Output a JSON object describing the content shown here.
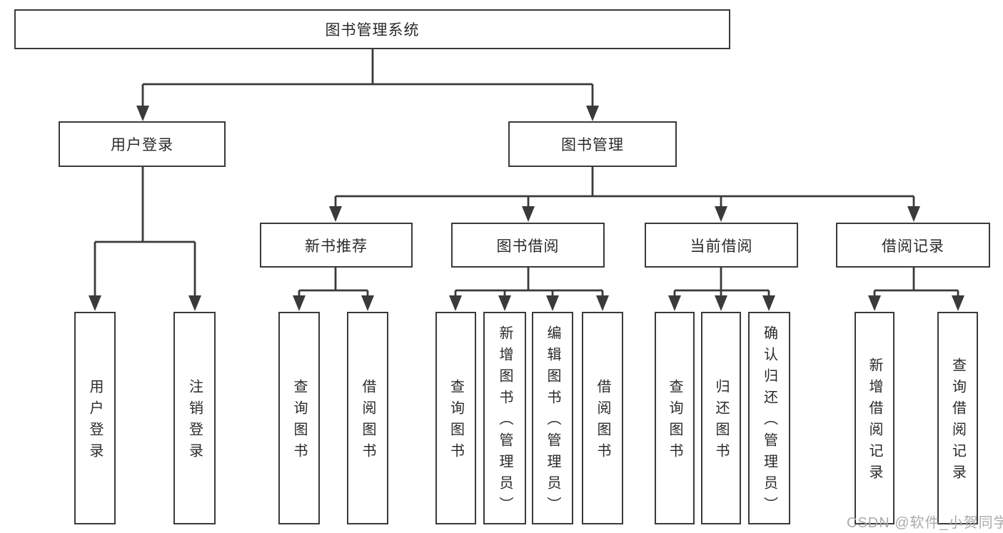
{
  "tree": {
    "label": "图书管理系统",
    "children": [
      {
        "label": "用户登录",
        "children": [
          {
            "label": "用户登录"
          },
          {
            "label": "注销登录"
          }
        ]
      },
      {
        "label": "图书管理",
        "children": [
          {
            "label": "新书推荐",
            "children": [
              {
                "label": "查询图书"
              },
              {
                "label": "借阅图书"
              }
            ]
          },
          {
            "label": "图书借阅",
            "children": [
              {
                "label": "查询图书"
              },
              {
                "label": "新增图书（管理员）"
              },
              {
                "label": "编辑图书（管理员）"
              },
              {
                "label": "借阅图书"
              }
            ]
          },
          {
            "label": "当前借阅",
            "children": [
              {
                "label": "查询图书"
              },
              {
                "label": "归还图书"
              },
              {
                "label": "确认归还（管理员）"
              }
            ]
          },
          {
            "label": "借阅记录",
            "children": [
              {
                "label": "新增借阅记录"
              },
              {
                "label": "查询借阅记录"
              }
            ]
          }
        ]
      }
    ]
  },
  "watermark": "CSDN @软件_小贺同学",
  "colors": {
    "line": "#3a3a3a",
    "text": "#2a2a2a",
    "watermark": "#ababab",
    "background": "#ffffff"
  }
}
